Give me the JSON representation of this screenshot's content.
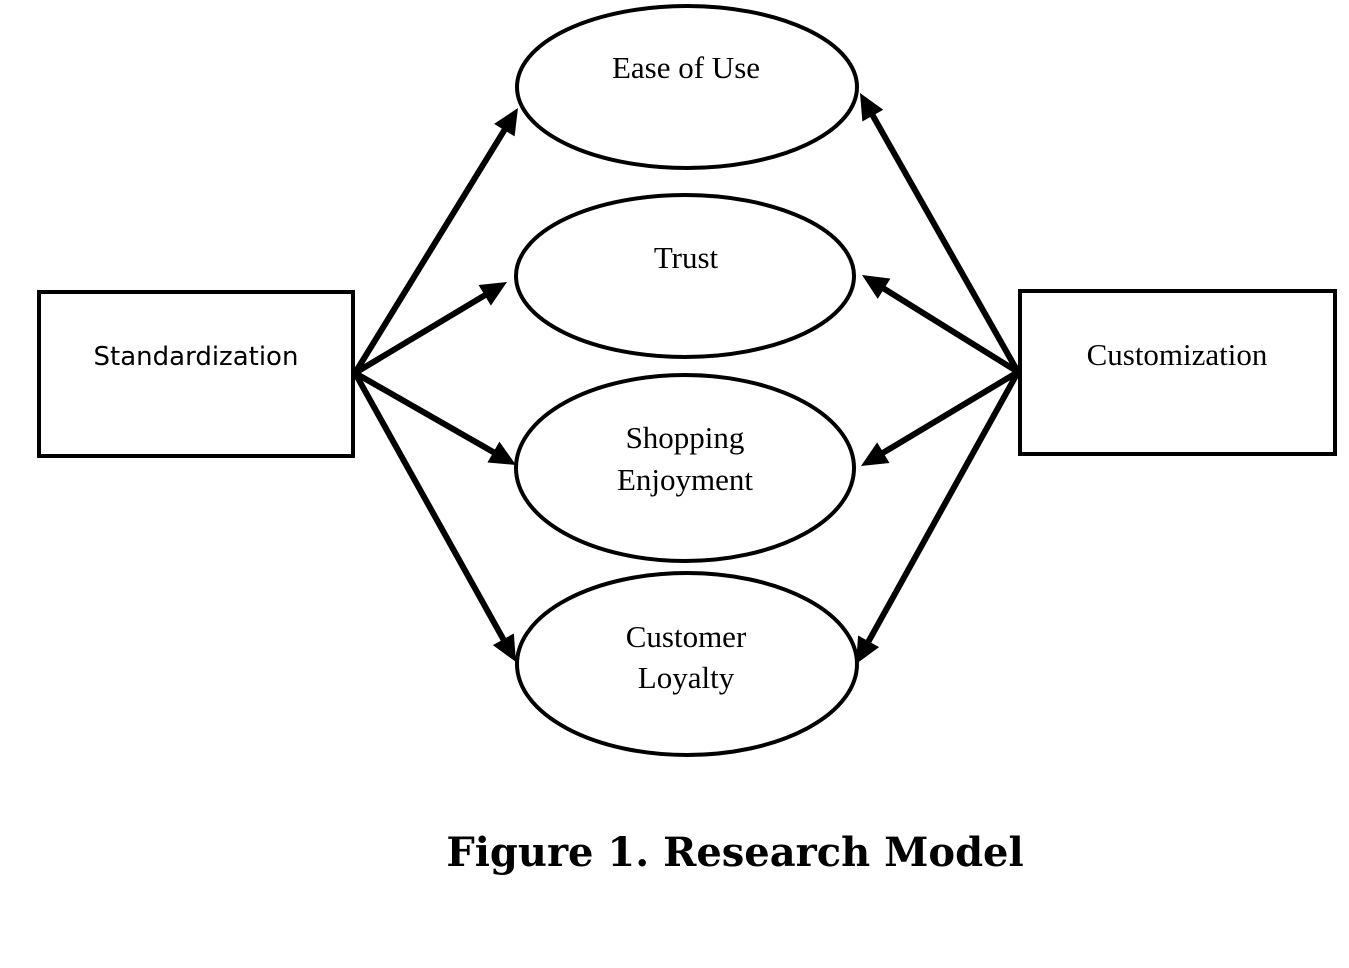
{
  "diagram": {
    "title": "Research Model",
    "caption": "Figure 1. Research Model",
    "sources": [
      {
        "id": "standardization",
        "label": "Standardization",
        "shape": "rectangle"
      },
      {
        "id": "customization",
        "label": "Customization",
        "shape": "rectangle"
      }
    ],
    "targets": [
      {
        "id": "ease_of_use",
        "lines": [
          "Ease of Use"
        ],
        "shape": "ellipse"
      },
      {
        "id": "trust",
        "lines": [
          "Trust"
        ],
        "shape": "ellipse"
      },
      {
        "id": "shopping_enjoyment",
        "lines": [
          "Shopping",
          "Enjoyment"
        ],
        "shape": "ellipse"
      },
      {
        "id": "customer_loyalty",
        "lines": [
          "Customer",
          "Loyalty"
        ],
        "shape": "ellipse"
      }
    ],
    "edges": [
      {
        "from": "standardization",
        "to": "ease_of_use"
      },
      {
        "from": "standardization",
        "to": "trust"
      },
      {
        "from": "standardization",
        "to": "shopping_enjoyment"
      },
      {
        "from": "standardization",
        "to": "customer_loyalty"
      },
      {
        "from": "customization",
        "to": "ease_of_use"
      },
      {
        "from": "customization",
        "to": "trust"
      },
      {
        "from": "customization",
        "to": "shopping_enjoyment"
      },
      {
        "from": "customization",
        "to": "customer_loyalty"
      }
    ],
    "colors": {
      "stroke": "#000000",
      "background": "#ffffff"
    }
  }
}
